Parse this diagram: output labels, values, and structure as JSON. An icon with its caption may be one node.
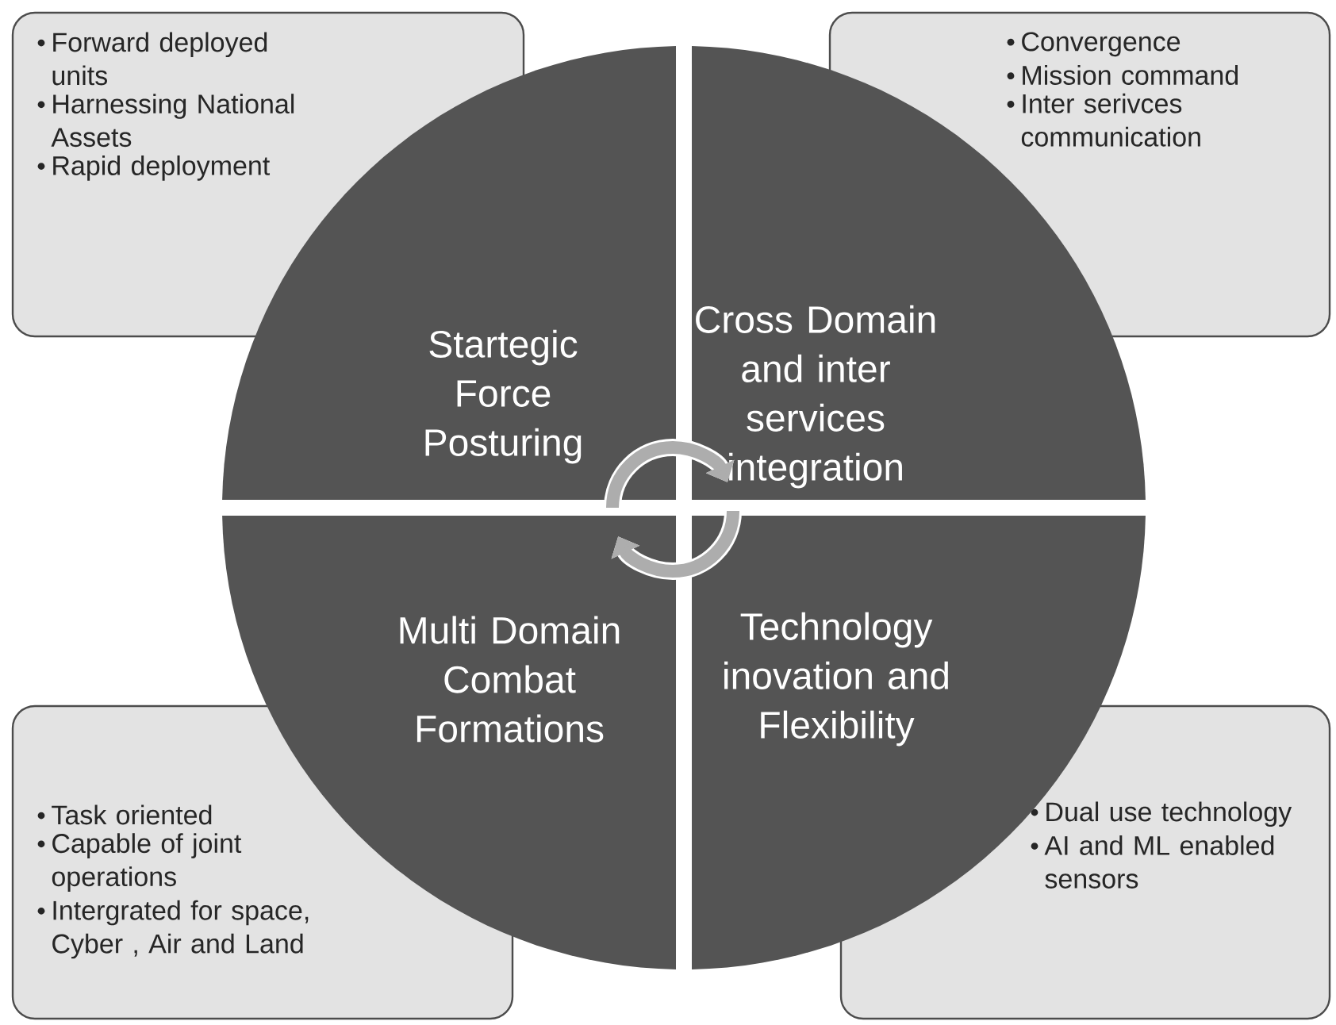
{
  "diagram": {
    "nodes": [
      {
        "text": [
          "Forward deployed units",
          "Harnessing National Assets",
          "Rapid deployment"
        ]
      },
      {
        "text": [
          "Convergence",
          "Mission command",
          "Inter serivces communication"
        ]
      },
      {
        "text": [
          "Startegic Force Posturing"
        ]
      },
      {
        "text": [
          "Cross Domain and inter services integration"
        ]
      },
      {
        "text": [
          "Multi Domain Combat Formations"
        ]
      },
      {
        "text": [
          "Technology inovation and Flexibility"
        ]
      },
      {
        "text": [
          "Task oriented",
          "Capable of joint operations",
          "Intergrated for space, Cyber , Air and Land"
        ]
      },
      {
        "text": [
          "Dual use technology",
          "AI and ML enabled sensors"
        ]
      }
    ],
    "edges": [
      {
        "from": 2,
        "to": 3,
        "arrow": "to"
      },
      {
        "from": 5,
        "to": 4,
        "arrow": "to"
      }
    ]
  }
}
